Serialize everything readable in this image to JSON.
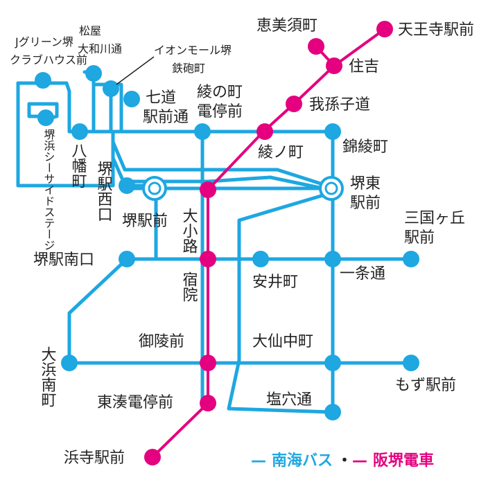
{
  "colors": {
    "bus": "#1ea7e1",
    "tram": "#e4007f",
    "text": "#222222"
  },
  "stops": {
    "tennoji": "天王寺駅前",
    "ebisucho": "恵美須町",
    "sumiyoshi": "住吉",
    "abikomichi": "我孫子道",
    "ayanocho_tram": "綾ノ町",
    "ayanocho_bus": "綾の町",
    "ayanocho_bus_2": "電停前",
    "kinryocho": "錦綾町",
    "sakaihigashi_1": "堺東",
    "sakaihigashi_2": "駅前",
    "mikunigaoka_1": "三国ヶ丘",
    "mikunigaoka_2": "駅前",
    "ichijodori": "一条通",
    "yasuicho": "安井町",
    "shukuin": "宿院",
    "oshoji": "大小路",
    "sakaiekimae": "堺駅前",
    "sakaieki_nishi": "堺駅西口",
    "sakaieki_minami": "堺駅南口",
    "yawatacho": "八幡町",
    "seaside": "堺浜シーサイドステージ",
    "green_1": "Jグリーン堺",
    "green_2": "クラブハウス前",
    "matsuya_1": "松屋",
    "matsuya_2": "大和川通",
    "aeon_1": "イオンモール堺",
    "aeon_2": "鉄砲町",
    "shichido_1": "七道",
    "shichido_2": "駅前通",
    "goryomae": "御陵前",
    "daisen": "大仙中町",
    "mozu": "もず駅前",
    "ohama": "大浜南町",
    "higashiminato": "東湊電停前",
    "shioana": "塩穴通",
    "hamadera": "浜寺駅前"
  },
  "legend": {
    "bus_dash": "—",
    "bus": "南海バス",
    "separator": "・",
    "tram_dash": "—",
    "tram": "阪堺電車"
  }
}
